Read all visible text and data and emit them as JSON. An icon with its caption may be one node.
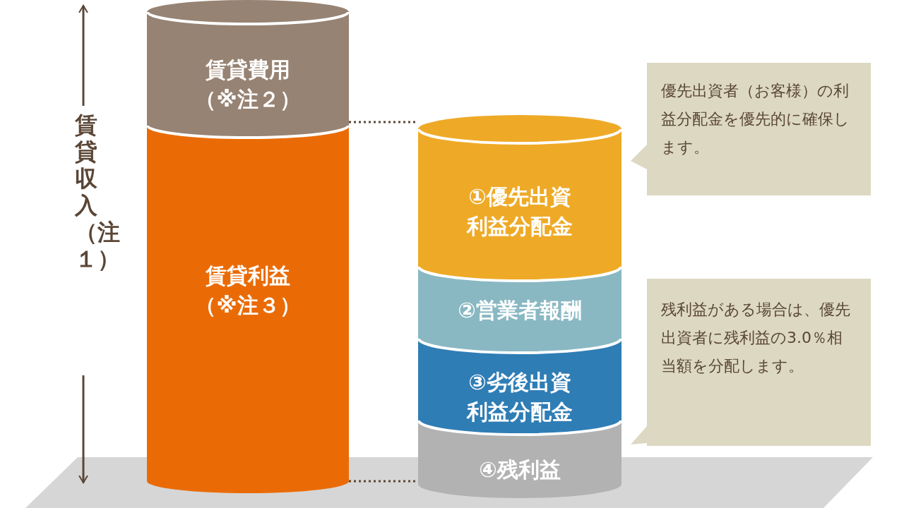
{
  "diagram": {
    "nodes": [
      {
        "text": [
          "賃貸費用",
          "（※注２）"
        ]
      },
      {
        "text": [
          "賃貸利益",
          "（※注３）"
        ]
      },
      {
        "text": [
          "①優先出資利益分配金"
        ]
      },
      {
        "text": [
          "②営業者報酬"
        ]
      },
      {
        "text": [
          "③劣後出資利益分配金"
        ]
      },
      {
        "text": [
          "④残利益"
        ]
      },
      {
        "text": [
          "優先出資者（お客様）の利益分配金を優先的に確保します。"
        ]
      },
      {
        "text": [
          "残利益がある場合は、優先出資者に残利益の3.0％相当額を分配します。"
        ]
      }
    ],
    "edges": [
      {
        "from": 1,
        "to": 2,
        "arrow": "none",
        "style": "dashed"
      },
      {
        "from": 1,
        "to": 5,
        "arrow": "none",
        "style": "dashed"
      }
    ],
    "labels": [
      "賃貸収入（注１）"
    ]
  }
}
